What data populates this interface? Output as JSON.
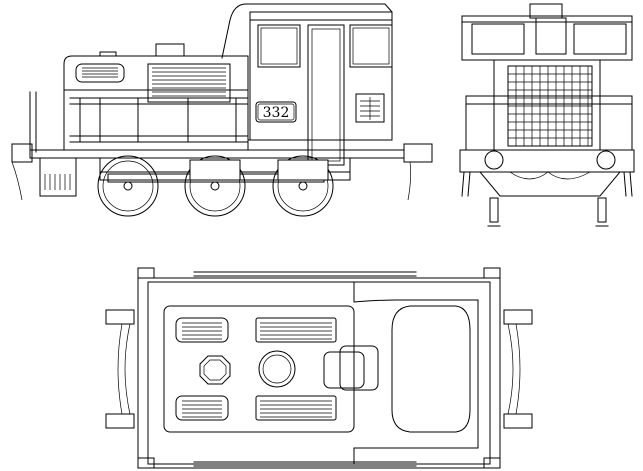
{
  "drawing": {
    "locomotive_number": "332",
    "views": {
      "side": "side-view",
      "front": "front-view",
      "top": "top-view"
    },
    "colors": {
      "line": "#000000",
      "background": "#ffffff"
    }
  }
}
